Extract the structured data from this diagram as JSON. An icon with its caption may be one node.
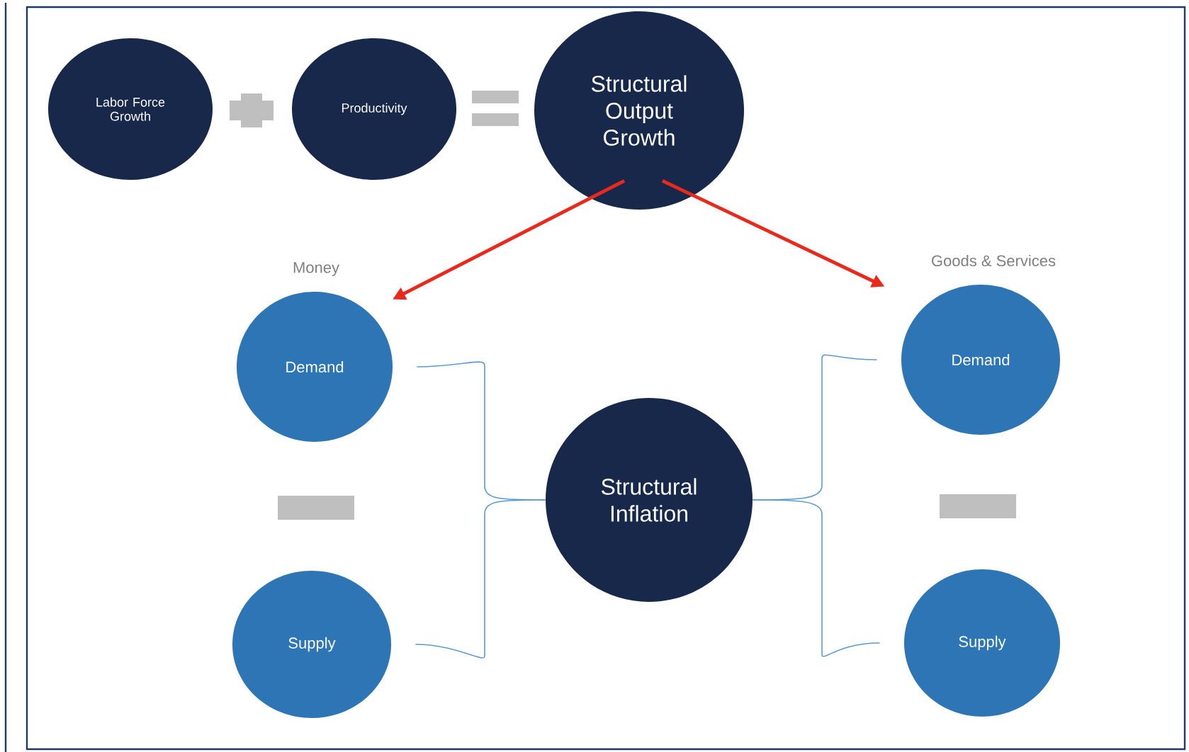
{
  "diagram": {
    "nodes": [
      {
        "text": [
          "Labor Force Growth"
        ]
      },
      {
        "text": [
          "Productivity"
        ]
      },
      {
        "text": [
          "Structural Output Growth"
        ]
      },
      {
        "text": [
          "Demand"
        ],
        "beside": [
          "Money"
        ]
      },
      {
        "text": [
          "Supply"
        ]
      },
      {
        "text": [
          "Structural Inflation"
        ]
      },
      {
        "text": [
          "Demand"
        ],
        "beside": [
          "Goods & Services"
        ]
      },
      {
        "text": [
          "Supply"
        ]
      }
    ],
    "edges": [
      {
        "from": 2,
        "to": 3,
        "arrow": "to",
        "color": "#e8291c",
        "style": "thick"
      },
      {
        "from": 2,
        "to": 6,
        "arrow": "to",
        "color": "#e8291c",
        "style": "thick"
      },
      {
        "from": 3,
        "to": 5,
        "arrow": "none"
      },
      {
        "from": 4,
        "to": 5,
        "arrow": "none"
      },
      {
        "from": 6,
        "to": 5,
        "arrow": "none"
      },
      {
        "from": 7,
        "to": 5,
        "arrow": "none"
      }
    ]
  }
}
